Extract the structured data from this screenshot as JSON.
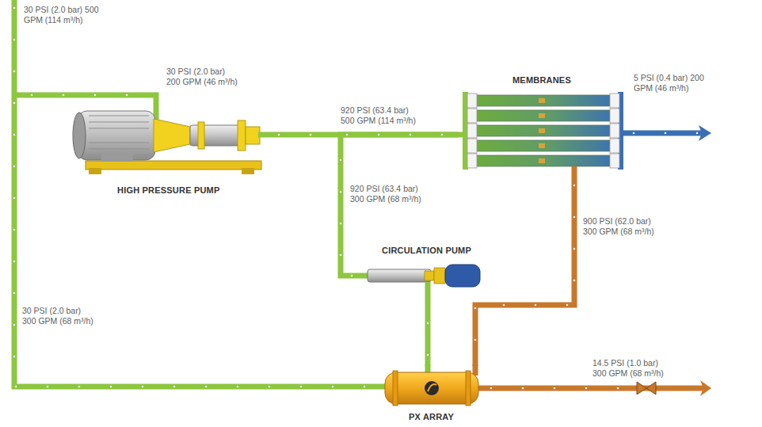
{
  "diagram": {
    "nodes": [
      {
        "text": [
          "HIGH PRESSURE PUMP"
        ]
      },
      {
        "text": [
          "MEMBRANES"
        ]
      },
      {
        "text": [
          "CIRCULATION PUMP"
        ]
      },
      {
        "text": [
          "PX ARRAY"
        ]
      }
    ],
    "edges": [
      {
        "from": 0,
        "to": 1,
        "arrow": "none",
        "label": "920 PSI (63.4 bar) 500 GPM (114 m³/h)"
      },
      {
        "from": 2,
        "to": 1,
        "arrow": "none",
        "label": "920 PSI (63.4 bar) 300 GPM (68 m³/h)"
      },
      {
        "from": 3,
        "to": 2,
        "arrow": "none"
      },
      {
        "from": 1,
        "to": 3,
        "arrow": "none",
        "label": "900 PSI (62.0 bar) 300 GPM (68 m³/h)"
      }
    ],
    "labels": [
      "30 PSI (2.0 bar) 500 GPM (114 m³/h)",
      "30 PSI (2.0 bar) 200 GPM (46 m³/h)",
      "5 PSI (0.4 bar) 200 GPM (46 m³/h)",
      "30 PSI (2.0 bar) 300 GPM (68 m³/h)",
      "14.5 PSI (1.0 bar) 300 GPM (68 m³/h)"
    ]
  }
}
